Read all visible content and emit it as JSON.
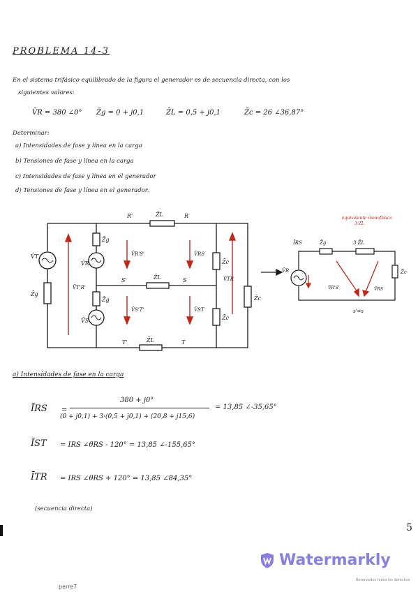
{
  "title": "PROBLEMA 14-3",
  "intro": {
    "line1": "En el sistema trifásico equilibrado de la figura el generador es de secuencia directa, con los",
    "line2": "siguientes valores:"
  },
  "given_values": {
    "vr": "V̄R = 380 ∠0°",
    "zg": "Z̄g = 0 + j0,1",
    "zl": "Z̄L = 0,5 + j0,1",
    "zc": "Z̄c = 26 ∠36,87°"
  },
  "determine_heading": "Determinar:",
  "tasks": [
    "a) Intensidades de fase y línea en la carga",
    "b) Tensiones de fase y línea en la carga",
    "c) Intensidades de fase y línea en el generador",
    "d) Tensiones de fase y línea en el generador."
  ],
  "circuit_labels": {
    "node_r_prime": "R'",
    "node_r": "R",
    "node_s_prime": "S'",
    "node_s": "S",
    "node_t_prime": "T'",
    "node_t": "T",
    "zl": "Z̄L",
    "zg": "Z̄g",
    "zc": "Z̄c",
    "vt": "V̄T",
    "vr": "V̄R",
    "vs": "V̄S",
    "v_tr_prime": "V̄T'R'",
    "v_r_s_prime": "V̄R'S'",
    "v_s_t_prime": "V̄S'T'",
    "v_rs": "V̄RS",
    "v_st": "V̄ST",
    "v_tr": "V̄TR"
  },
  "mono_labels": {
    "note": "equivalente monofásico",
    "note2": "3·ZL",
    "i_rs": "ĪRS",
    "zg": "Z̄g",
    "three_zl": "3 Z̄L",
    "vr": "V̄R",
    "zc": "Z̄c",
    "v_r_s_prime": "V̄R'S'",
    "v_rs": "V̄RS",
    "node": "s'=s"
  },
  "section_a": "a) Intensidades de fase en la carga",
  "equations": {
    "irs_label": "ĪRS",
    "irs_num": "380 + j0°",
    "irs_den": "(0 + j0,1) + 3·(0,5 + j0,1) + (20,8 + j15,6)",
    "irs_result": "= 13,85 ∠-35,65°",
    "ist_label": "ĪST",
    "ist_expr": "= IRS ∠θRS - 120°  =  13,85 ∠-155,65°",
    "itr_label": "ĪTR",
    "itr_expr": "= IRS ∠θRS + 120°  =  13,85 ∠84,35°",
    "note": "(secuencia directa)"
  },
  "page_number": "5",
  "watermark": "Watermarkly",
  "footer_left": "perre7",
  "footer_right": "Reservados todos los derechos"
}
